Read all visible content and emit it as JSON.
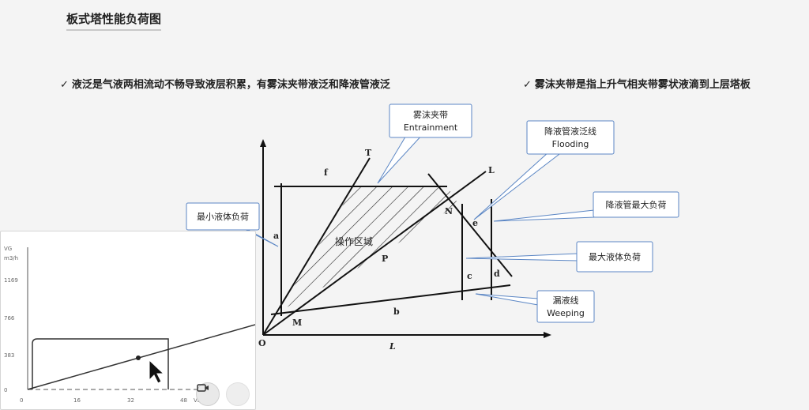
{
  "slide": {
    "title": "板式塔性能负荷图",
    "bullet_left": "液泛是气液两相流动不畅导致液层积累，有雾沫夹带液泛和降液管液泛",
    "bullet_right": "雾沫夹带是指上升气相夹带雾状液滴到上层塔板",
    "check": "✓"
  },
  "diagram": {
    "callouts": {
      "entrainment_cn": "雾沫夹带",
      "entrainment_en": "Entrainment",
      "flooding_cn": "降液管液泛线",
      "flooding_en": "Flooding",
      "downcomer_max": "降液管最大负荷",
      "max_liquid": "最大液体负荷",
      "min_liquid": "最小液体负荷",
      "weeping_cn": "漏液线",
      "weeping_en": "Weeping"
    },
    "labels": {
      "origin": "O",
      "x_axis": "L",
      "T": "T",
      "L_line": "L",
      "N": "N",
      "P": "P",
      "M": "M",
      "f": "f",
      "a": "a",
      "b": "b",
      "c": "c",
      "d": "d",
      "e": "e",
      "region": "操作区域"
    }
  },
  "inset": {
    "y_ticks": [
      "VG",
      "m3/h",
      "1169",
      "766",
      "383",
      "0"
    ],
    "x_ticks": [
      "0",
      "16",
      "32",
      "48",
      "VL"
    ],
    "colors": {
      "axis": "#555555",
      "line": "#333333"
    }
  }
}
